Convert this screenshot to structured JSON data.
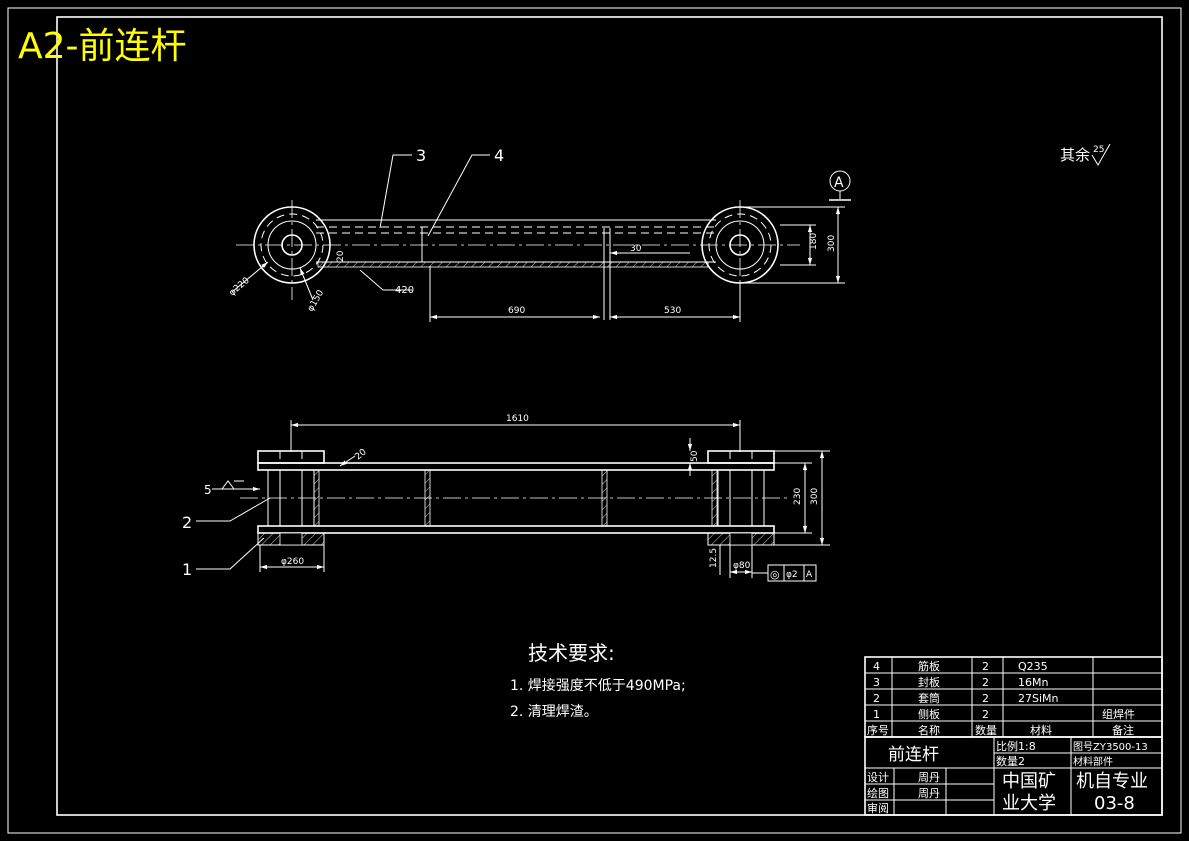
{
  "sheet_title": "A2-前连杆",
  "colors": {
    "background": "#000000",
    "line": "#ffffff",
    "title": "#ffff00"
  },
  "surface_roughness": {
    "label": "其余",
    "value": "25"
  },
  "datum": {
    "letter": "A"
  },
  "top_view": {
    "balloons": [
      "3",
      "4"
    ],
    "dims": {
      "d220": "φ220",
      "d150": "φ150",
      "d20": "20",
      "w20": "420",
      "d30": "30",
      "d180": "180",
      "d300": "300",
      "d690": "690",
      "d530": "530"
    }
  },
  "front_view": {
    "balloons": [
      "2",
      "1"
    ],
    "weld_symbol": "5",
    "dims": {
      "d1610": "1610",
      "d20": "20",
      "d50": "50",
      "d230": "230",
      "d300": "300",
      "d260": "φ260",
      "d80": "φ80",
      "d125": "12.5"
    },
    "tolerance": {
      "symbol": "◎",
      "value": "φ2",
      "datum": "A"
    }
  },
  "tech_requirements": {
    "heading": "技术要求:",
    "items": [
      "1. 焊接强度不低于490MPa;",
      "2. 清理焊渣。"
    ]
  },
  "parts_list": {
    "rows": [
      {
        "no": "4",
        "name": "筋板",
        "qty": "2",
        "material": "Q235",
        "note": ""
      },
      {
        "no": "3",
        "name": "封板",
        "qty": "2",
        "material": "16Mn",
        "note": ""
      },
      {
        "no": "2",
        "name": "套筒",
        "qty": "2",
        "material": "27SiMn",
        "note": ""
      },
      {
        "no": "1",
        "name": "侧板",
        "qty": "2",
        "material": "",
        "note": "组焊件"
      }
    ],
    "header": {
      "no": "序号",
      "name": "名称",
      "qty": "数量",
      "material": "材料",
      "note": "备注"
    }
  },
  "title_block": {
    "part_name": "前连杆",
    "scale": "比例1:8",
    "quantity": "数量2",
    "drawing_no": "图号ZY3500-13",
    "material": "材料部件",
    "design_label": "设计",
    "design_name": "周丹",
    "draw_label": "绘图",
    "draw_name": "周丹",
    "review_label": "审阅",
    "school_line1": "中国矿",
    "school_line2": "业大学",
    "class_line1": "机自专业",
    "class_line2": "03-8"
  }
}
